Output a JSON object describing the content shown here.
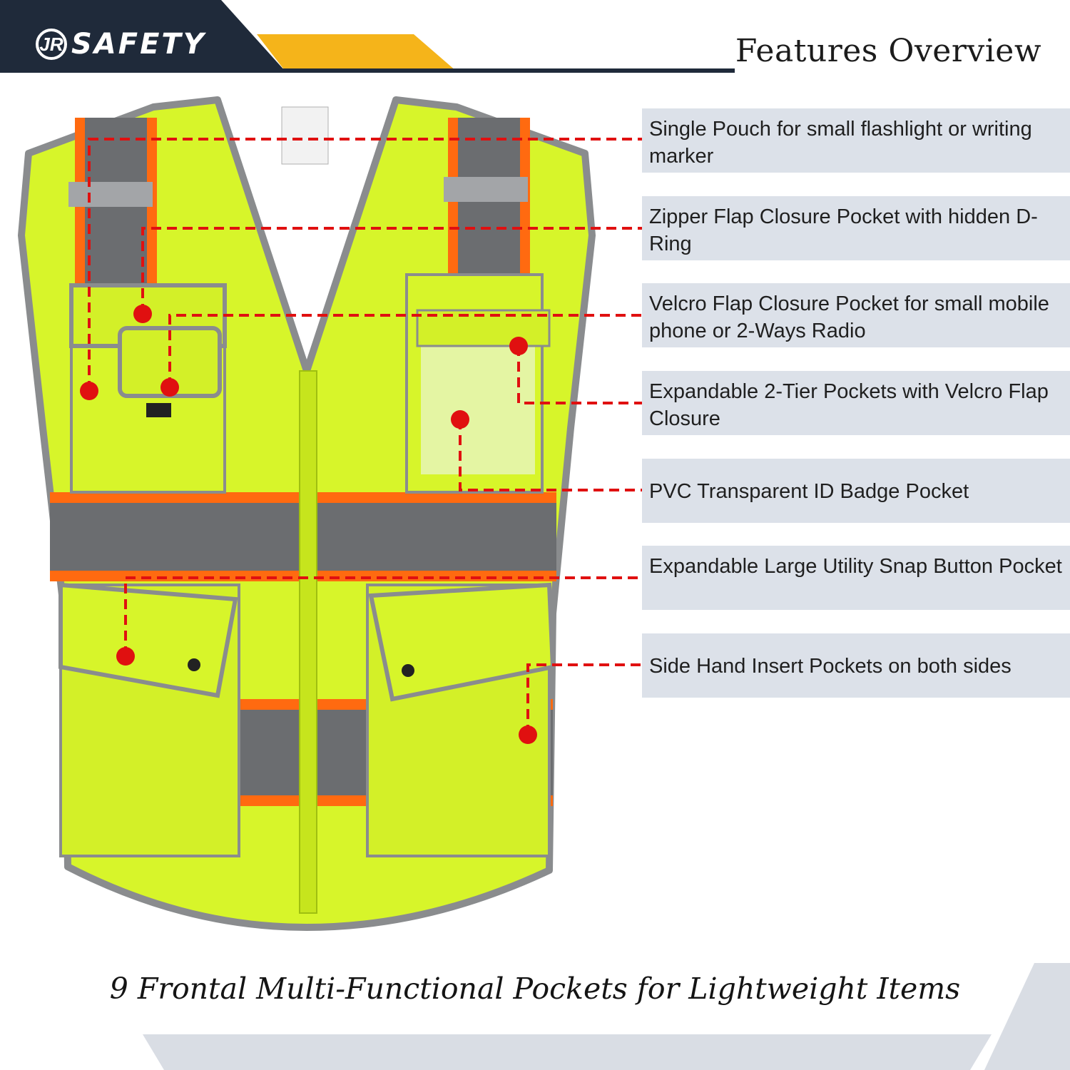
{
  "brand": {
    "name": "SAFETY",
    "mark": "JR"
  },
  "title": "Features Overview",
  "features": [
    {
      "label": "Single Pouch for small flashlight or writing marker"
    },
    {
      "label": "Zipper Flap Closure Pocket with hidden D-Ring"
    },
    {
      "label": "Velcro Flap Closure Pocket for small mobile phone or 2-Ways Radio"
    },
    {
      "label": "Expandable 2-Tier Pockets with Velcro Flap Closure"
    },
    {
      "label": "PVC Transparent ID Badge Pocket"
    },
    {
      "label": "Expandable Large Utility Snap Button Pocket"
    },
    {
      "label": "Side Hand Insert Pockets on both sides"
    }
  ],
  "caption": "9 Frontal Multi-Functional Pockets for Lightweight Items",
  "colors": {
    "header": "#1f2a3a",
    "accent": "#f5b41a",
    "vest": "#d7f52a",
    "stripe_orange": "#ff6a10",
    "stripe_gray": "#6b6d70",
    "callout": "#e01010",
    "feature_box": "#dce1e9"
  }
}
